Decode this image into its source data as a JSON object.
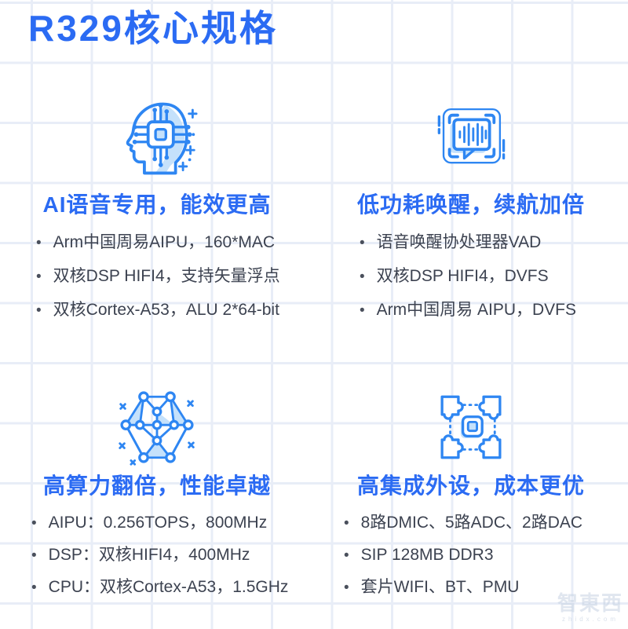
{
  "title": {
    "text": "R329核心规格"
  },
  "sections": [
    {
      "icon": "head-chip-icon",
      "heading": "AI语音专用，能效更高",
      "bullets": [
        "Arm中国周易AIPU，160*MAC",
        "双核DSP HIFI4，支持矢量浮点",
        "双核Cortex-A53，ALU 2*64-bit"
      ]
    },
    {
      "icon": "voice-wakeup-icon",
      "heading": "低功耗唤醒，续航加倍",
      "bullets": [
        "语音唤醒协处理器VAD",
        "双核DSP HIFI4，DVFS",
        "Arm中国周易 AIPU，DVFS"
      ]
    },
    {
      "icon": "mesh-network-icon",
      "heading": "高算力翻倍，性能卓越",
      "bullets": [
        "AIPU：0.256TOPS，800MHz",
        "DSP：双核HIFI4，400MHz",
        "CPU：双核Cortex-A53，1.5GHz"
      ]
    },
    {
      "icon": "puzzle-integration-icon",
      "heading": "高集成外设，成本更优",
      "bullets": [
        "8路DMIC、5路ADC、2路DAC",
        "SIP 128MB DDR3",
        "套片WIFI、BT、PMU"
      ]
    }
  ],
  "watermark": {
    "logo": "智東西",
    "site": "zhidx.com"
  },
  "colors": {
    "accent_blue": "#2B6BF3",
    "icon_stroke": "#2E86F2",
    "icon_fill": "#C5E1FB",
    "body_text": "#3C4250",
    "grid_line": "#E8EDF7",
    "background": "#FFFFFF"
  }
}
